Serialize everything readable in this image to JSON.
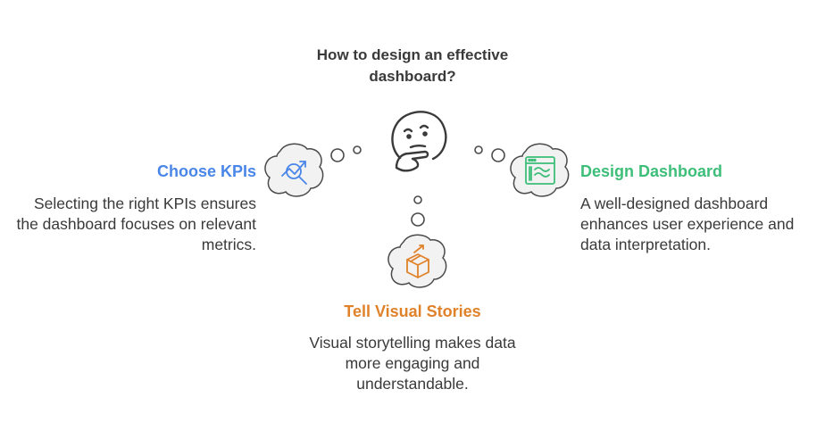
{
  "title": "How to design an effective dashboard?",
  "colors": {
    "kpi": "#4a86e8",
    "dashboard": "#3dbe79",
    "story": "#e0822a",
    "outline": "#3a3a3a",
    "cloud_fill": "#f2f2f2",
    "cloud_stroke": "#4a4a4a"
  },
  "nodes": {
    "kpi": {
      "title": "Choose KPIs",
      "description": "Selecting the right KPIs ensures the dashboard focuses on relevant metrics.",
      "icon": "chart-search-icon"
    },
    "dashboard": {
      "title": "Design Dashboard",
      "description": "A well-designed dashboard enhances user experience and data interpretation.",
      "icon": "dashboard-window-icon"
    },
    "story": {
      "title": "Tell Visual Stories",
      "description": "Visual storytelling makes data more engaging and understandable.",
      "icon": "box-arrow-icon"
    }
  },
  "center_icon": "thinking-face-icon"
}
